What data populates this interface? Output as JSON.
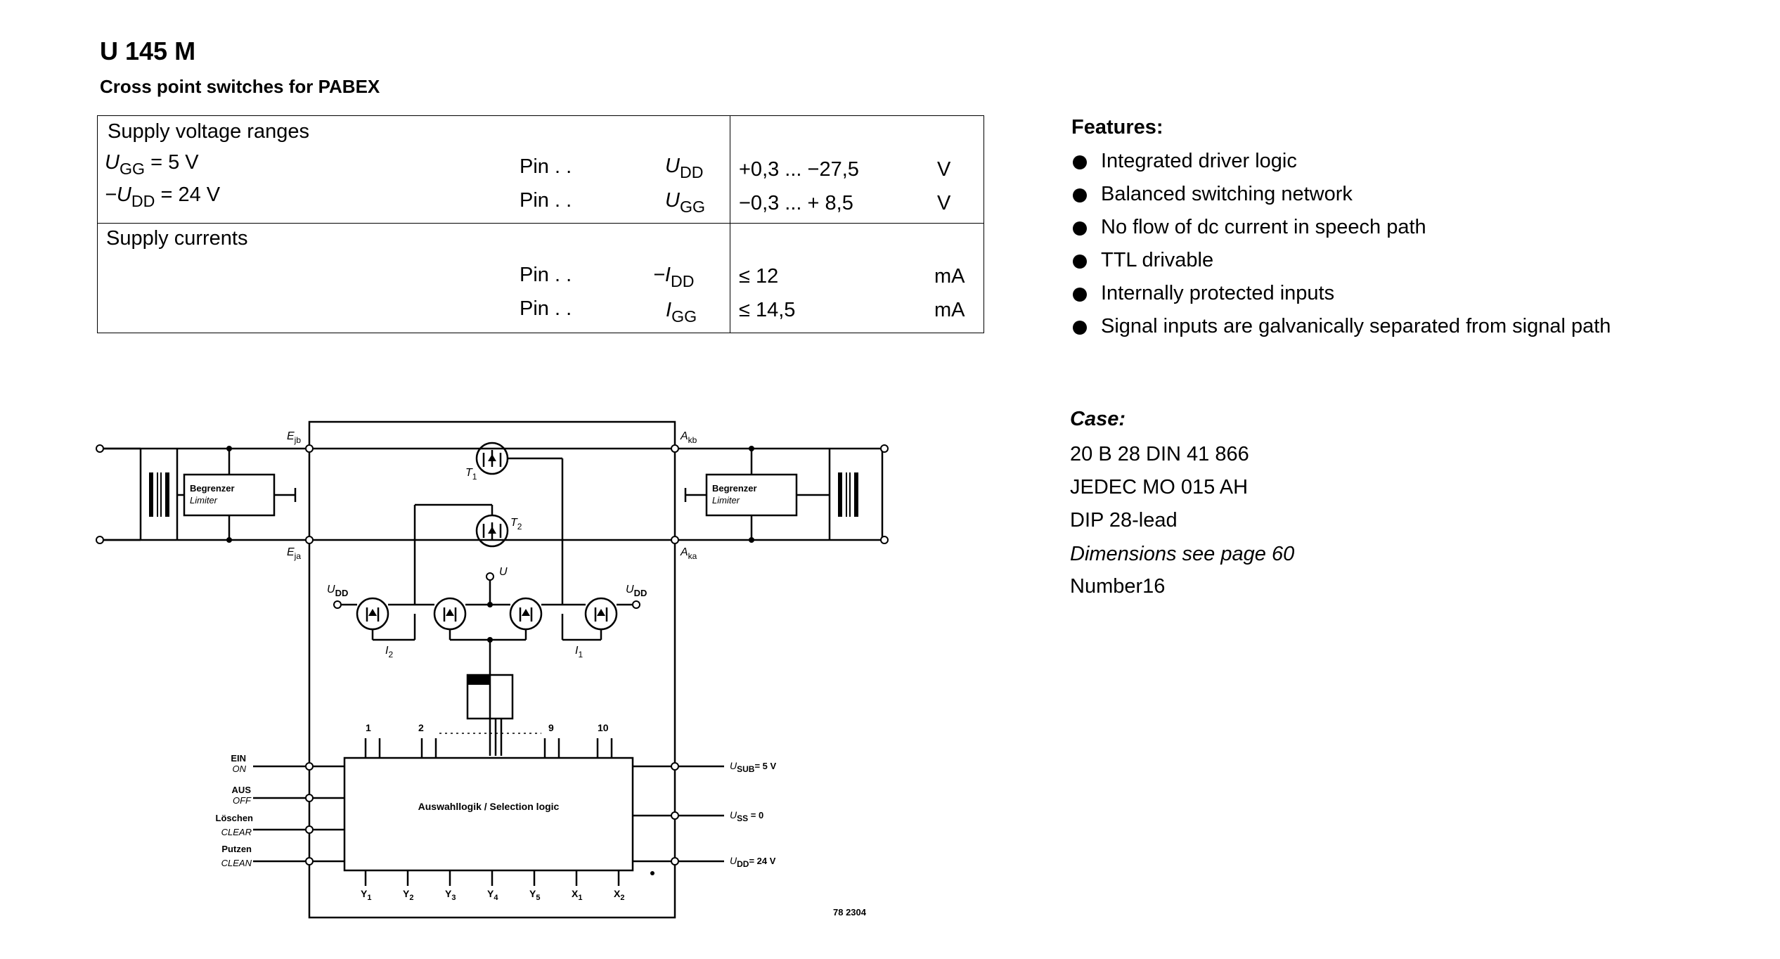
{
  "header": {
    "title": "U 145 M",
    "subtitle": "Cross point switches for PABEX"
  },
  "spec_table": {
    "supply_voltage_heading": "Supply voltage ranges",
    "supply_currents_heading": "Supply currents",
    "rows": [
      {
        "cond_sym": "U",
        "cond_sub": "GG",
        "cond_rest": " =   5 V",
        "pin": "Pin . .",
        "sym": "U",
        "sub": "DD",
        "value": "+0,3 ... −27,5",
        "unit": "V"
      },
      {
        "cond_sym": "−U",
        "cond_sub": "DD",
        "cond_rest": " = 24 V",
        "pin": "Pin . .",
        "sym": "U",
        "sub": "GG",
        "value": "−0,3 ... + 8,5",
        "unit": "V"
      },
      {
        "pin": "Pin . .",
        "sym": "−I",
        "sub": "DD",
        "value": "≤ 12",
        "unit": "mA"
      },
      {
        "pin": "Pin . .",
        "sym": "I",
        "sub": "GG",
        "value": "≤ 14,5",
        "unit": "mA"
      }
    ]
  },
  "features": {
    "heading": "Features:",
    "items": [
      "Integrated driver logic",
      "Balanced switching network",
      "No flow of dc current in speech path",
      "TTL drivable",
      "Internally protected inputs",
      "Signal inputs are galvanically separated from signal path"
    ]
  },
  "case": {
    "heading": "Case:",
    "lines": [
      "20 B 28 DIN 41 866",
      "JEDEC MO 015 AH",
      "DIP 28-lead",
      "Dimensions see page 60",
      "Number16"
    ]
  },
  "schematic": {
    "limiter_de": "Begrenzer",
    "limiter_en": "Limiter",
    "node_ejb": "E",
    "node_ejb_sub": "jb",
    "node_eja": "E",
    "node_eja_sub": "ja",
    "node_akb": "A",
    "node_akb_sub": "kb",
    "node_aka": "A",
    "node_aka_sub": "ka",
    "t1": "T",
    "t1_sub": "1",
    "t2": "T",
    "t2_sub": "2",
    "u_label": "U",
    "udd_left": "U",
    "udd_left_sub": "DD",
    "udd_right": "U",
    "udd_right_sub": "DD",
    "i2": "I",
    "i2_sub": "2",
    "i1": "I",
    "i1_sub": "1",
    "logic_label": "Auswahllogik / Selection logic",
    "pin_labels": [
      "1",
      "2",
      "9",
      "10"
    ],
    "inputs_de": [
      "EIN",
      "AUS",
      "Löschen",
      "Putzen"
    ],
    "inputs_en": [
      "ON",
      "OFF",
      "CLEAR",
      "CLEAN"
    ],
    "usub": "U",
    "usub_sub": "SUB",
    "usub_val": "= 5 V",
    "uss": "U",
    "uss_sub": "SS",
    "uss_val": " = 0",
    "udd24": "U",
    "udd24_sub": "DD",
    "udd24_val": "= 24 V",
    "outputs": [
      {
        "l": "Y",
        "s": "1"
      },
      {
        "l": "Y",
        "s": "2"
      },
      {
        "l": "Y",
        "s": "3"
      },
      {
        "l": "Y",
        "s": "4"
      },
      {
        "l": "Y",
        "s": "5"
      },
      {
        "l": "X",
        "s": "1"
      },
      {
        "l": "X",
        "s": "2"
      }
    ],
    "figure_ref": "78 2304"
  }
}
